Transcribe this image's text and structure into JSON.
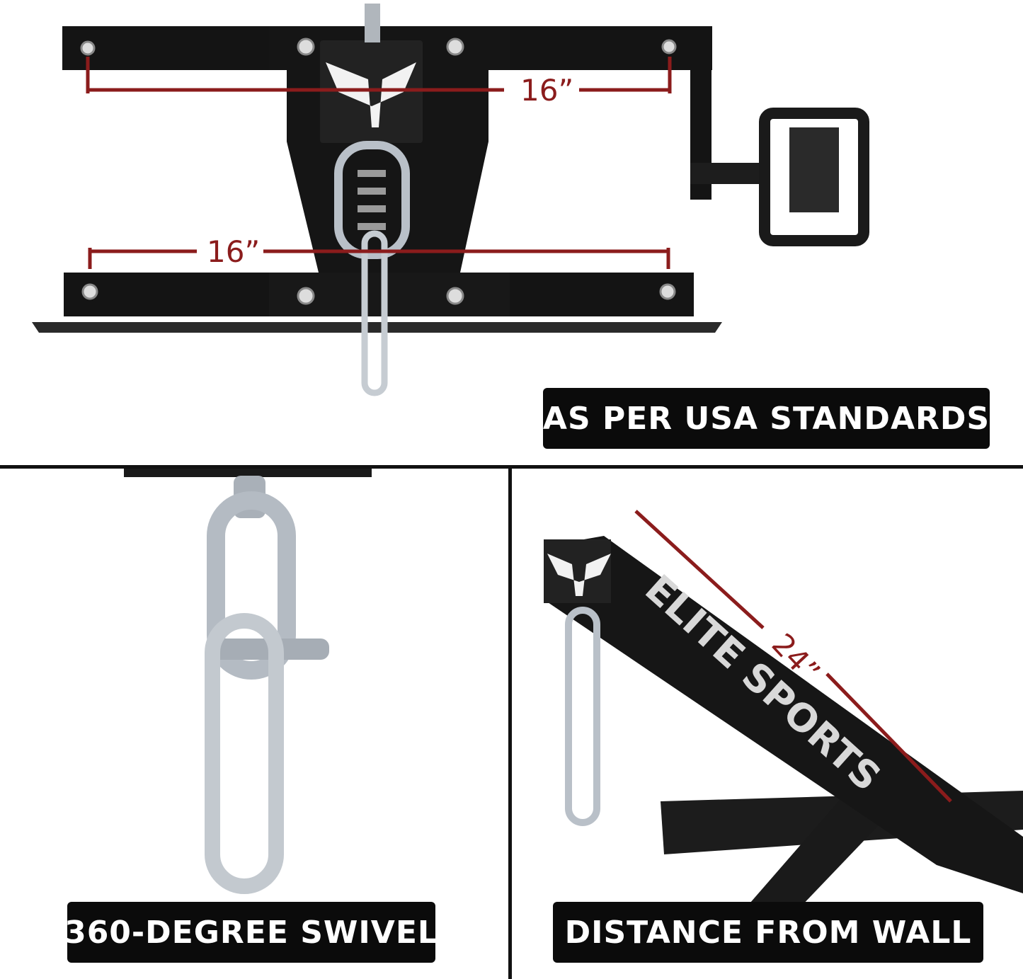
{
  "top_panel": {
    "dimension_upper": "16”",
    "dimension_lower": "16”",
    "caption": "AS PER USA STANDARDS"
  },
  "bottom_left_panel": {
    "caption": "360-DEGREE SWIVEL"
  },
  "bottom_right_panel": {
    "dimension": "24”",
    "brand_text": "ELITE SPORTS",
    "caption": "DISTANCE FROM WALL"
  },
  "colors": {
    "dimension_line": "#8b1c1c",
    "bracket": "#141414",
    "label_bg": "#0b0b0b",
    "steel": "#b9c0c8"
  }
}
